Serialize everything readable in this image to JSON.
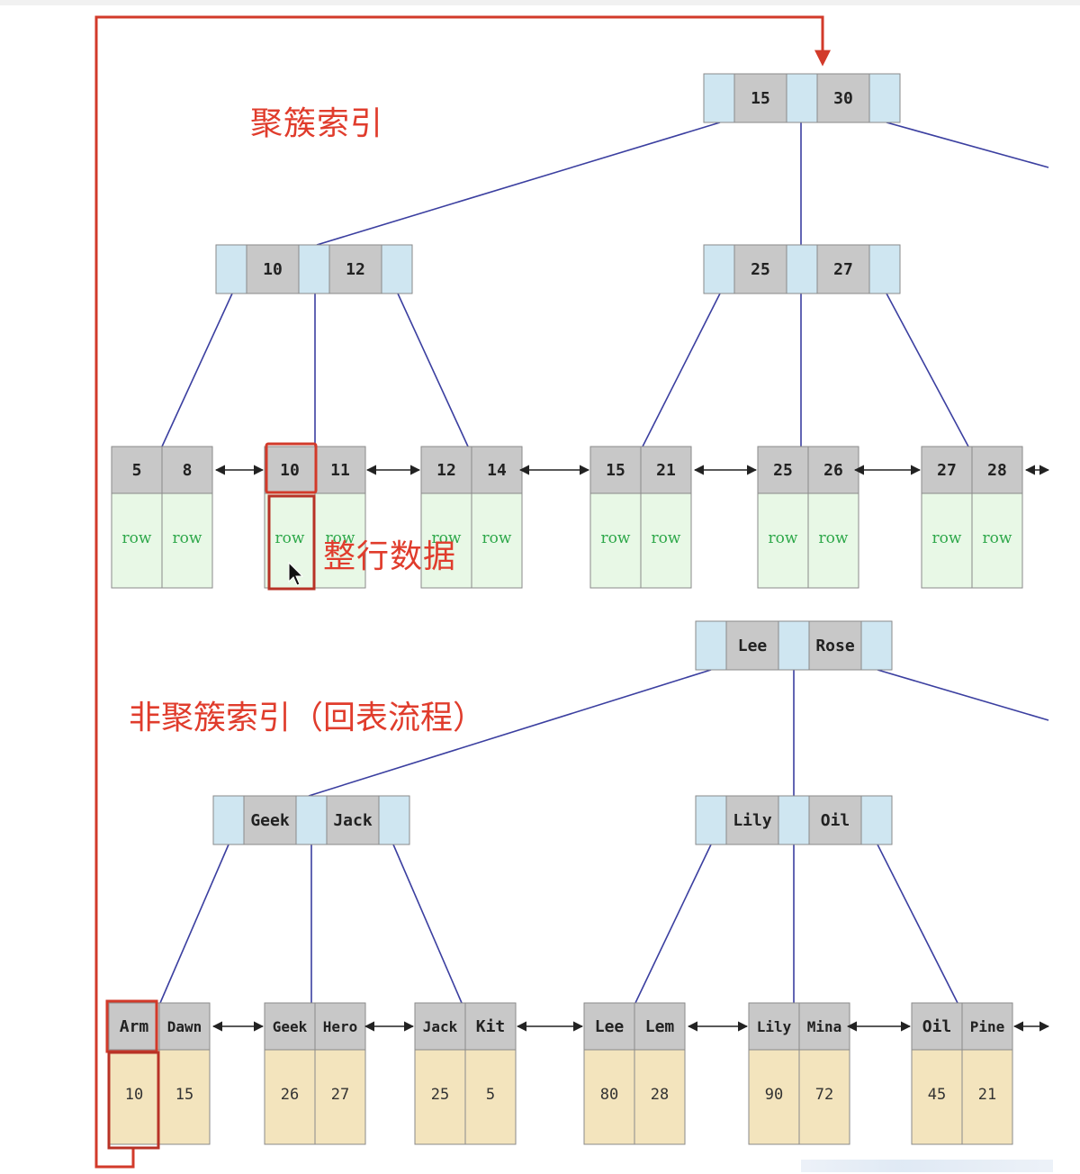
{
  "colors": {
    "line": "#3b3fa0",
    "pointer": "#cfe6f1",
    "key": "#c8c8c8",
    "row_bg": "#e8f8e6",
    "row_text": "#2ea84a",
    "pk_bg": "#f3e4bd",
    "highlight": "#d23a2a",
    "annotation": "#e03c2c"
  },
  "labels": {
    "clustered_title": "聚簇索引",
    "row_data_label": "整行数据",
    "secondary_title": "非聚簇索引（回表流程）"
  },
  "clustered": {
    "root": [
      "15",
      "30"
    ],
    "internal_left": [
      "10",
      "12"
    ],
    "internal_right": [
      "25",
      "27"
    ],
    "leaves": [
      {
        "keys": [
          "5",
          "8"
        ],
        "vals": [
          "row",
          "row"
        ]
      },
      {
        "keys": [
          "10",
          "11"
        ],
        "vals": [
          "row",
          "row"
        ]
      },
      {
        "keys": [
          "12",
          "14"
        ],
        "vals": [
          "row",
          "row"
        ]
      },
      {
        "keys": [
          "15",
          "21"
        ],
        "vals": [
          "row",
          "row"
        ]
      },
      {
        "keys": [
          "25",
          "26"
        ],
        "vals": [
          "row",
          "row"
        ]
      },
      {
        "keys": [
          "27",
          "28"
        ],
        "vals": [
          "row",
          "row"
        ]
      }
    ]
  },
  "secondary": {
    "root": [
      "Lee",
      "Rose"
    ],
    "internal_left": [
      "Geek",
      "Jack"
    ],
    "internal_right": [
      "Lily",
      "Oil"
    ],
    "leaves": [
      {
        "keys": [
          "Arm",
          "Dawn"
        ],
        "vals": [
          "10",
          "15"
        ]
      },
      {
        "keys": [
          "Geek",
          "Hero"
        ],
        "vals": [
          "26",
          "27"
        ]
      },
      {
        "keys": [
          "Jack",
          "Kit"
        ],
        "vals": [
          "25",
          "5"
        ]
      },
      {
        "keys": [
          "Lee",
          "Lem"
        ],
        "vals": [
          "80",
          "28"
        ]
      },
      {
        "keys": [
          "Lily",
          "Mina"
        ],
        "vals": [
          "90",
          "72"
        ]
      },
      {
        "keys": [
          "Oil",
          "Pine"
        ],
        "vals": [
          "45",
          "21"
        ]
      }
    ]
  }
}
